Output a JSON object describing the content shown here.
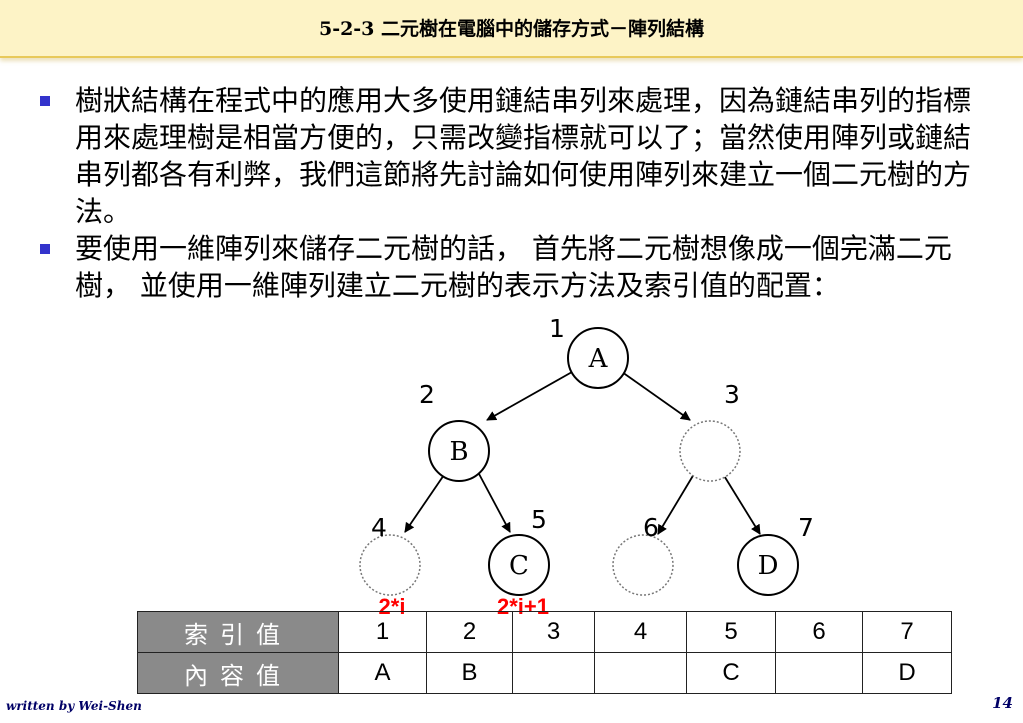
{
  "title": "5-2-3 二元樹在電腦中的儲存方式－陣列結構",
  "bullets": [
    "樹狀結構在程式中的應用大多使用鏈結串列來處理，因為鏈結串列的指標用來處理樹是相當方便的，只需改變指標就可以了；當然使用陣列或鏈結串列都各有利弊，我們這節將先討論如何使用陣列來建立一個二元樹的方法。",
    "要使用一維陣列來儲存二元樹的話， 首先將二元樹想像成一個完滿二元樹， 並使用一維陣列建立二元樹的表示方法及索引值的配置："
  ],
  "tree": {
    "nodes": [
      {
        "index": "1",
        "label": "A",
        "empty": false
      },
      {
        "index": "2",
        "label": "B",
        "empty": false
      },
      {
        "index": "3",
        "label": "",
        "empty": true
      },
      {
        "index": "4",
        "label": "",
        "empty": true
      },
      {
        "index": "5",
        "label": "C",
        "empty": false
      },
      {
        "index": "6",
        "label": "",
        "empty": true
      },
      {
        "index": "7",
        "label": "D",
        "empty": false
      }
    ],
    "formula_left": "2*i",
    "formula_right": "2*i+1"
  },
  "table": {
    "index_header": "索引值",
    "content_header": "內容值",
    "indices": [
      "1",
      "2",
      "3",
      "4",
      "5",
      "6",
      "7"
    ],
    "contents": [
      "A",
      "B",
      "",
      "",
      "C",
      "",
      "D"
    ]
  },
  "footer": {
    "author": "written by Wei-Shen",
    "page": "14"
  }
}
